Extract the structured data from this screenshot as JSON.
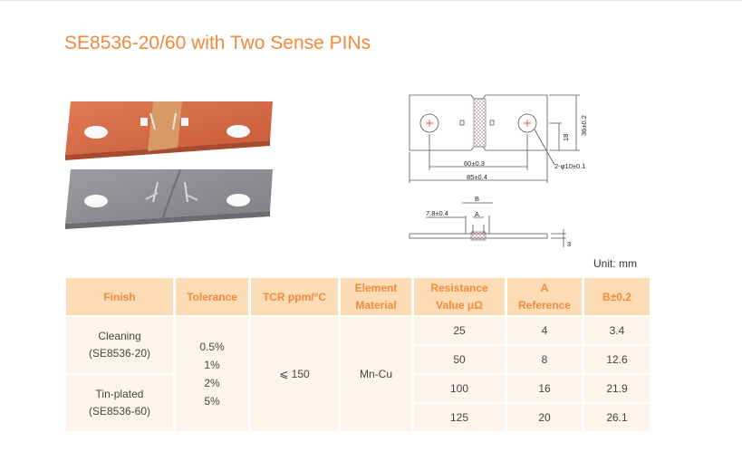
{
  "title": "SE8536-20/60 with Two Sense PINs",
  "unit": "Unit: mm",
  "drawing": {
    "dim_36": "36±0.2",
    "dim_18": "18",
    "dim_60": "60±0.3",
    "dim_85": "85±0.4",
    "dim_hole": "2-φ10±0.1",
    "dim_78": "7.8±0.4",
    "dim_B": "B",
    "dim_A": "A",
    "dim_3": "3"
  },
  "table": {
    "headers": {
      "finish": "Finish",
      "tolerance": "Tolerance",
      "tcr": "TCR ppm/°C",
      "element_1": "Element",
      "element_2": "Material",
      "resistance_1": "Resistance",
      "resistance_2": "Value μΩ",
      "a_1": "A",
      "a_2": "Reference",
      "b": "B±0.2"
    },
    "finish_cleaning": "Cleaning",
    "finish_cleaning_code": "(SE8536-20)",
    "finish_tin": "Tin-plated",
    "finish_tin_code": "(SE8536-60)",
    "tolerances": [
      "0.5%",
      "1%",
      "2%",
      "5%"
    ],
    "tcr": "⩽ 150",
    "material": "Mn-Cu",
    "rows": [
      {
        "resistance": "25",
        "a": "4",
        "b": "3.4"
      },
      {
        "resistance": "50",
        "a": "8",
        "b": "12.6"
      },
      {
        "resistance": "100",
        "a": "16",
        "b": "21.9"
      },
      {
        "resistance": "125",
        "a": "20",
        "b": "26.1"
      }
    ]
  }
}
